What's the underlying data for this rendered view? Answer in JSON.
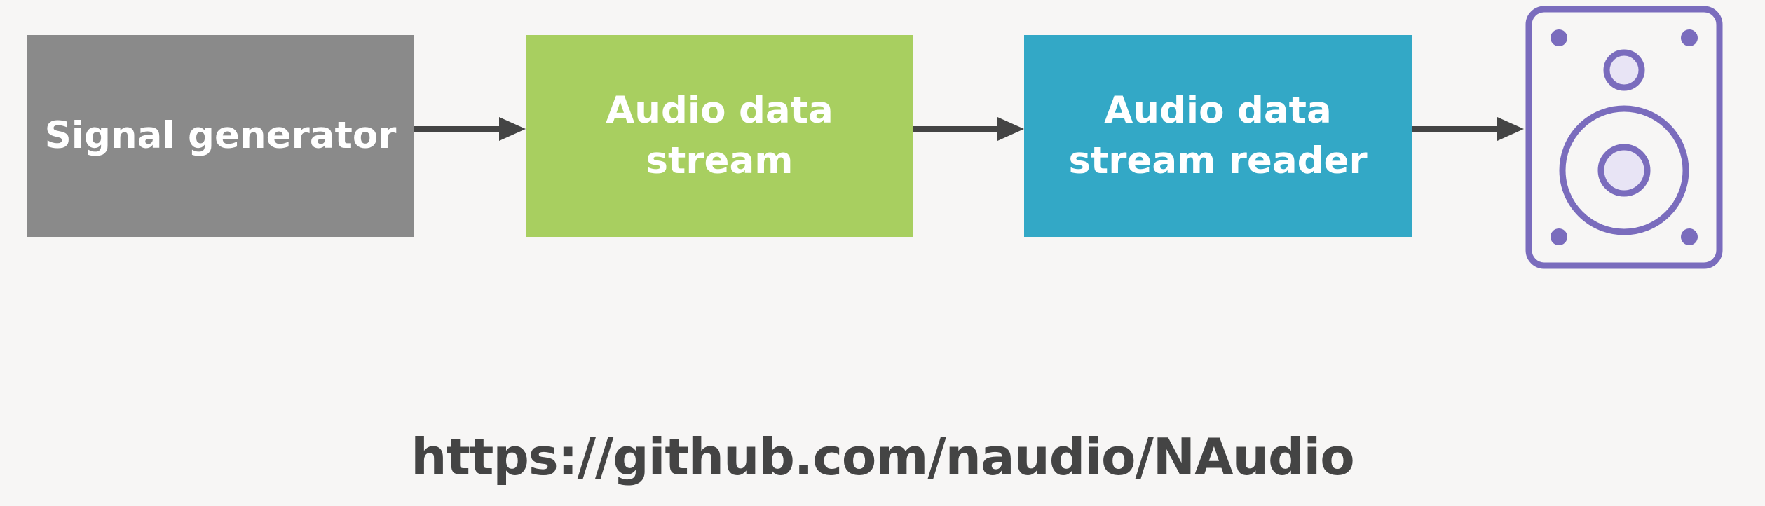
{
  "nodes": [
    {
      "id": "generator",
      "lines": [
        "Signal generator"
      ],
      "color": "#8a8a8a"
    },
    {
      "id": "stream",
      "lines": [
        "Audio data",
        "stream"
      ],
      "color": "#a8cf60"
    },
    {
      "id": "reader",
      "lines": [
        "Audio data",
        "stream reader"
      ],
      "color": "#33a8c6"
    }
  ],
  "output": {
    "icon": "speaker-icon",
    "color": "#7a6cbd"
  },
  "footer": {
    "url": "https://github.com/naudio/NAudio"
  }
}
